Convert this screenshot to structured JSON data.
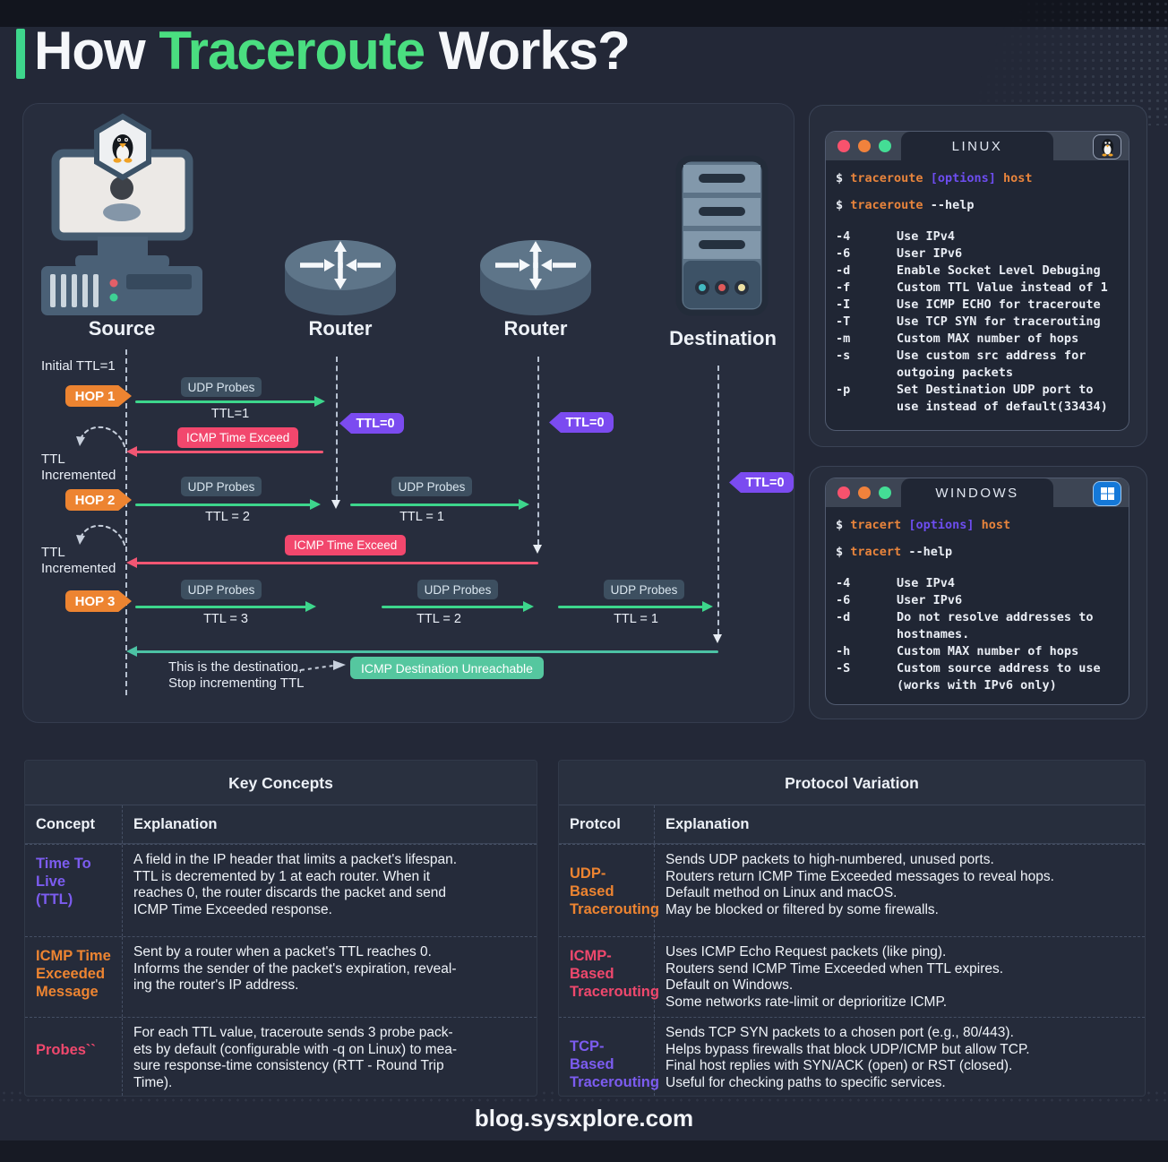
{
  "title": {
    "prefix": "How ",
    "highlight": "Traceroute",
    "suffix": " Works?"
  },
  "footer": "blog.sysxplore.com",
  "colors": {
    "title_highlight": "#4ade80",
    "probe_arrow_green": "#3dd68c",
    "icmp_arrow_red": "#f25673",
    "return_arrow_teal": "#4cc2a4",
    "hop_badge_orange": "#ed8431",
    "ttl0_badge_purple": "#7b4bf0",
    "icmp_badge_red": "#f2476d",
    "unreachable_badge_teal": "#55c79f",
    "terminal_cmd_orange": "#e8843c",
    "terminal_options_purple": "#6d4df0"
  },
  "diagram": {
    "nodes": [
      {
        "label": "Source"
      },
      {
        "label": "Router"
      },
      {
        "label": "Router"
      },
      {
        "label": "Destination"
      }
    ],
    "initial_ttl": "Initial TTL=1",
    "hops": [
      "HOP 1",
      "HOP 2",
      "HOP 3"
    ],
    "ttl_incremented": "TTL\nIncremented",
    "udp_probes": "UDP Probes",
    "ttl_zero": "TTL=0",
    "icmp_time_exceed": "ICMP Time Exceed",
    "icmp_dest_unreachable": "ICMP Destination Unreachable",
    "ttl_labels": {
      "hop1": "TTL=1",
      "hop2a": "TTL = 2",
      "hop2b": "TTL = 1",
      "hop3a": "TTL = 3",
      "hop3b": "TTL = 2",
      "hop3c": "TTL = 1"
    },
    "dest_note": "This is the destination,\nStop incrementing TTL"
  },
  "terminals": {
    "linux": {
      "title": "LINUX",
      "prompt": "$",
      "cmd": "traceroute",
      "options_token": "[options]",
      "host_token": "host",
      "help_flag": "--help",
      "options": [
        {
          "flag": "-4",
          "desc": "Use IPv4"
        },
        {
          "flag": "-6",
          "desc": "User IPv6"
        },
        {
          "flag": "-d",
          "desc": "Enable Socket Level Debuging"
        },
        {
          "flag": "-f",
          "desc": "Custom TTL Value instead of 1"
        },
        {
          "flag": "-I",
          "desc": "Use ICMP ECHO for traceroute"
        },
        {
          "flag": "-T",
          "desc": "Use TCP SYN for tracerouting"
        },
        {
          "flag": "-m",
          "desc": "Custom MAX number of hops"
        },
        {
          "flag": "-s",
          "desc": "Use custom src address for\noutgoing packets"
        },
        {
          "flag": "-p",
          "desc": "Set Destination UDP port to\nuse instead of default(33434)"
        }
      ]
    },
    "windows": {
      "title": "WINDOWS",
      "prompt": "$",
      "cmd": "tracert",
      "options_token": "[options]",
      "host_token": "host",
      "help_flag": "--help",
      "options": [
        {
          "flag": "-4",
          "desc": "Use IPv4"
        },
        {
          "flag": "-6",
          "desc": "User IPv6"
        },
        {
          "flag": "-d",
          "desc": "Do not resolve addresses to\nhostnames."
        },
        {
          "flag": "-h",
          "desc": "Custom MAX number of hops"
        },
        {
          "flag": "-S",
          "desc": "Custom source address to use\n(works with IPv6 only)"
        }
      ]
    }
  },
  "tables": {
    "key_concepts": {
      "title": "Key Concepts",
      "columns": [
        "Concept",
        "Explanation"
      ],
      "rows": [
        {
          "concept": "Time To Live\n(TTL)",
          "explanation": "A field in the IP header that limits a packet's lifespan.\nTTL is decremented by 1 at each router. When it\nreaches 0, the router discards the packet and send\nICMP Time Exceeded response."
        },
        {
          "concept": "ICMP Time\nExceeded\nMessage",
          "explanation": "Sent by a router when a packet's TTL reaches 0.\nInforms the sender of the packet's expiration, reveal-\ning the router's IP address."
        },
        {
          "concept": "Probes``",
          "explanation": "For each TTL value, traceroute sends 3 probe pack-\nets by default (configurable with -q on Linux) to mea-\nsure response-time consistency (RTT - Round Trip\nTime)."
        }
      ]
    },
    "protocol_variation": {
      "title": "Protocol Variation",
      "columns": [
        "Protcol",
        "Explanation"
      ],
      "rows": [
        {
          "concept": "UDP-Based\nTracerouting",
          "explanation": "Sends UDP packets to high-numbered, unused ports.\nRouters return ICMP Time Exceeded messages to reveal hops.\nDefault method on Linux and macOS.\nMay be blocked or filtered by some firewalls."
        },
        {
          "concept": "ICMP-Based\nTracerouting",
          "explanation": "Uses ICMP Echo Request packets (like ping).\nRouters send ICMP Time Exceeded when TTL expires.\nDefault on Windows.\nSome networks rate-limit or deprioritize ICMP."
        },
        {
          "concept": "TCP-Based\nTracerouting",
          "explanation": "Sends TCP SYN packets to a chosen port (e.g., 80/443).\nHelps bypass firewalls that block UDP/ICMP but allow TCP.\nFinal host replies with SYN/ACK (open) or RST (closed).\nUseful for checking paths to specific services."
        }
      ]
    }
  }
}
